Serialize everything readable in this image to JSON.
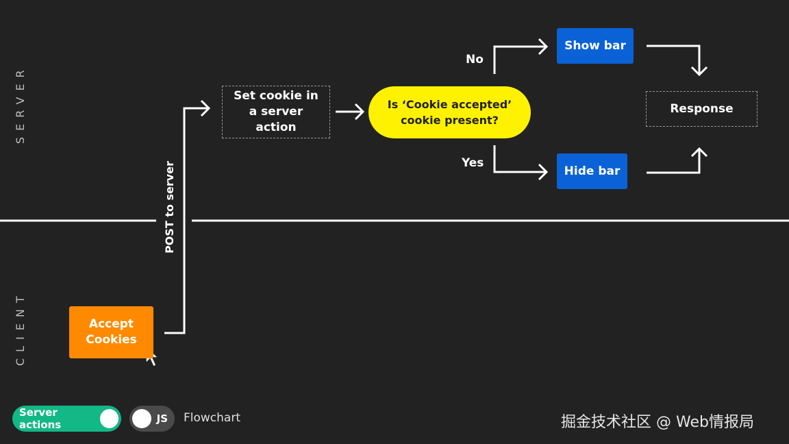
{
  "lanes": {
    "server": "SERVER",
    "client": "CLIENT"
  },
  "nodes": {
    "accept": "Accept Cookies",
    "set_cookie": "Set cookie in a server action",
    "decision": "Is ‘Cookie accepted’ cookie present?",
    "show_bar": "Show bar",
    "hide_bar": "Hide bar",
    "response": "Response"
  },
  "edges": {
    "post": "POST to server",
    "no": "No",
    "yes": "Yes"
  },
  "controls": {
    "server_actions": "Server actions",
    "js": "JS",
    "flowchart": "Flowchart"
  },
  "watermark": "掘金技术社区 @ Web情报局",
  "colors": {
    "background": "#222222",
    "decision": "#fff200",
    "action_blue": "#0a62d6",
    "client_orange": "#ff8a00",
    "toggle_on": "#12b886",
    "toggle_off": "#4a4a4a"
  }
}
